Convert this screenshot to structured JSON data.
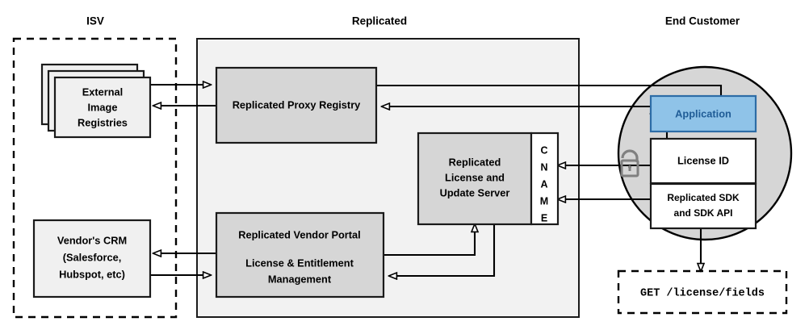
{
  "title": "Replicated platform architecture diagram",
  "zones": {
    "isv": {
      "label": "ISV"
    },
    "replicated": {
      "label": "Replicated"
    },
    "end_customer": {
      "label": "End Customer"
    }
  },
  "nodes": {
    "external_registries": {
      "name": "external-image-registries",
      "lines": [
        "External",
        "Image",
        "Registries"
      ]
    },
    "vendor_crm": {
      "name": "vendor-crm",
      "lines": [
        "Vendor's CRM",
        "(Salesforce,",
        "Hubspot, etc)"
      ]
    },
    "proxy_registry": {
      "name": "replicated-proxy-registry",
      "lines": [
        "Replicated Proxy Registry"
      ]
    },
    "license_server": {
      "name": "replicated-license-and-update-server",
      "lines": [
        "Replicated",
        "License and",
        "Update Server"
      ]
    },
    "cname": {
      "name": "cname-label",
      "letters": [
        "C",
        "N",
        "A",
        "M",
        "E"
      ]
    },
    "vendor_portal": {
      "name": "replicated-vendor-portal",
      "lines": [
        "Replicated Vendor Portal",
        "License & Entitlement",
        "Management"
      ]
    },
    "application": {
      "name": "application",
      "lines": [
        "Application"
      ]
    },
    "license_id": {
      "name": "license-id",
      "lines": [
        "License ID"
      ]
    },
    "sdk": {
      "name": "replicated-sdk-and-sdk-api",
      "lines": [
        "Replicated SDK",
        "and SDK API"
      ]
    },
    "api_call": {
      "name": "license-fields-api-call",
      "lines": [
        "GET /license/fields"
      ]
    }
  },
  "icons": {
    "unlock": "unlock-icon"
  },
  "colors": {
    "application_fill": "#8fc3e8",
    "application_stroke": "#2d6ca6",
    "application_text": "#1f5c96",
    "node_gray": "#d6d6d6",
    "node_light": "#f0f0f0",
    "zone_fill": "#f2f2f2",
    "circle_fill": "#d6d6d6",
    "line": "#000000",
    "lock": "#808080"
  }
}
